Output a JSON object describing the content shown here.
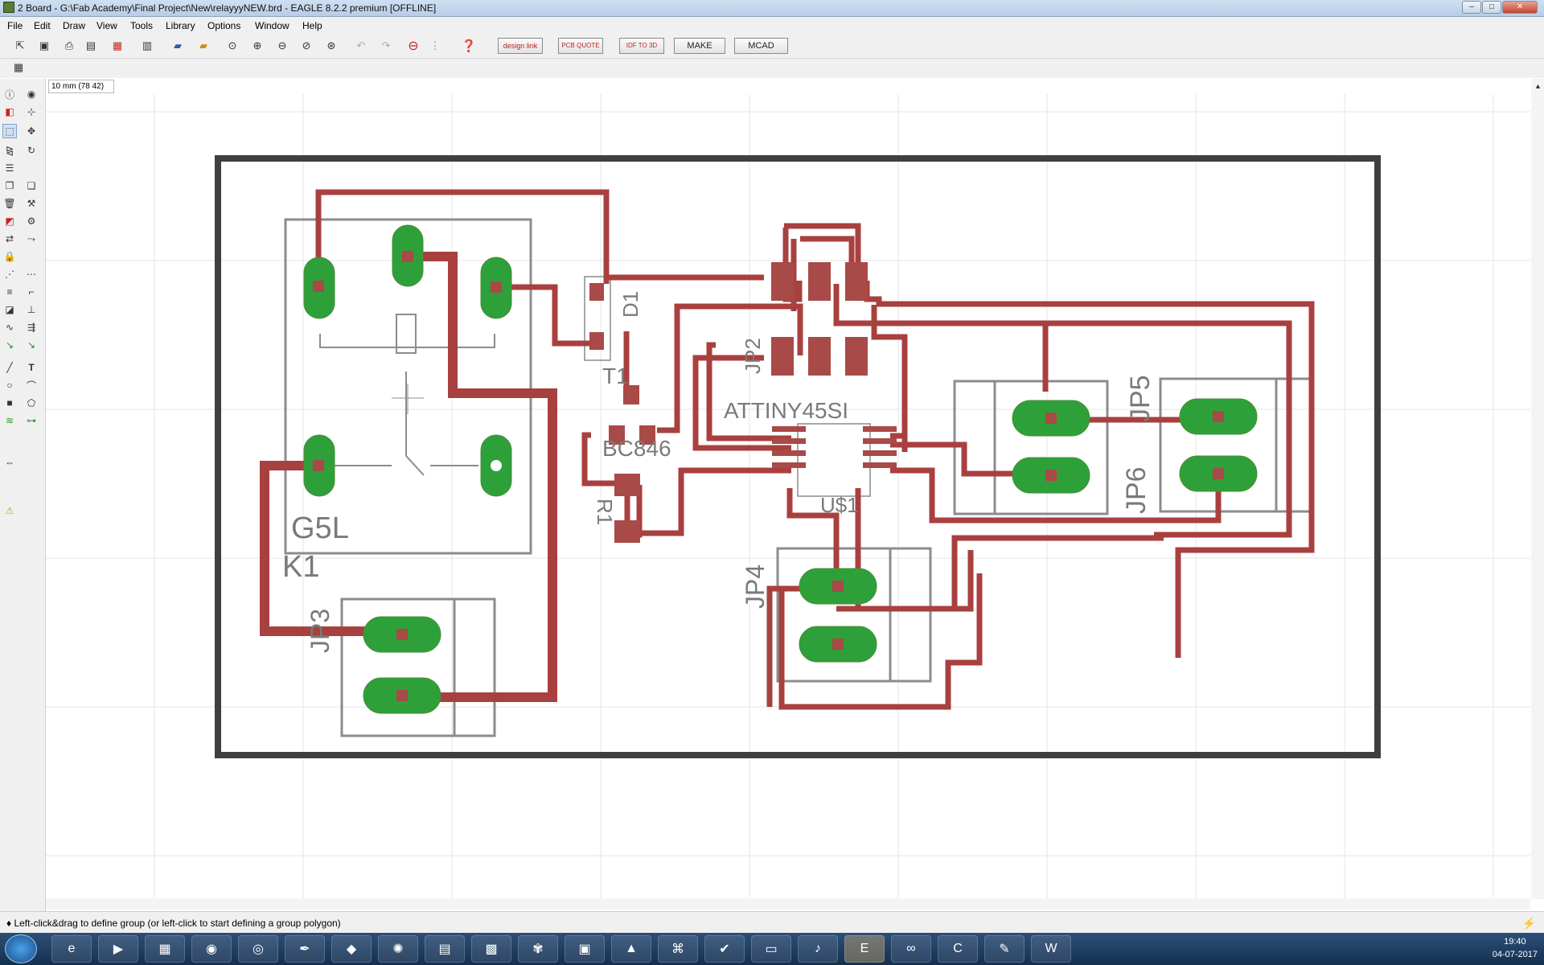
{
  "window": {
    "title": "2 Board - G:\\Fab Academy\\Final Project\\New\\relayyyNEW.brd - EAGLE 8.2.2 premium [OFFLINE]",
    "controls": {
      "minimize": "–",
      "maximize": "□",
      "close": "✕"
    }
  },
  "menu": [
    "File",
    "Edit",
    "Draw",
    "View",
    "Tools",
    "Library",
    "Options",
    "Window",
    "Help"
  ],
  "toolbar": {
    "icons": [
      "open-icon",
      "save-icon",
      "print-icon",
      "cam-icon",
      "schematic-icon",
      "library-icon",
      "script-icon",
      "run-icon",
      "zoom-fit-icon",
      "zoom-in-icon",
      "zoom-out-icon",
      "zoom-prev-icon",
      "zoom-select-icon",
      "undo-icon",
      "redo-icon",
      "stop-icon",
      "go-icon",
      "help-icon"
    ],
    "design_link": "design link",
    "pcb_quote": "PCB QUOTE",
    "idf": "IDF TO 3D",
    "make": "MAKE",
    "mcad": "MCAD"
  },
  "grid_label": "10 mm (78 42)",
  "left_tools": [
    "info-icon",
    "show-icon",
    "layer-icon",
    "mark-icon",
    "group-icon",
    "move-icon",
    "mirror-icon",
    "rotate-icon",
    "align-icon",
    "copy-icon",
    "paste-icon",
    "delete-icon",
    "smash-icon",
    "replace-icon",
    "change-icon",
    "lock-icon",
    "optimize-icon",
    "miter-icon",
    "split-icon",
    "meander-icon",
    "route-icon",
    "ripup-icon",
    "line-icon",
    "text-icon",
    "circle-icon",
    "arc-icon",
    "rect-icon",
    "polygon-icon",
    "via-icon",
    "signal-icon",
    "hole-icon",
    "attribute-icon",
    "dimension-icon",
    "ratsnest-icon",
    "autorouter-icon",
    "erc-icon",
    "drc-icon",
    "errors-icon"
  ],
  "board": {
    "labels": {
      "k1": "K1",
      "g5l": "G5L",
      "d1": "D1",
      "t1": "T1",
      "bc846": "BC846",
      "r1": "R1",
      "jp2": "JP2",
      "attiny": "ATTINY45SI",
      "us1": "U$1",
      "jp3": "JP3",
      "jp4": "JP4",
      "jp5": "JP5",
      "jp6": "JP6"
    },
    "colors": {
      "trace": "#a8403f",
      "pad": "#2ea03a",
      "outline": "#3f3f3f",
      "silk": "#8c8c8c",
      "smd": "#a84a47"
    }
  },
  "status": "♦ Left-click&drag to define group (or left-click to start defining a group polygon)",
  "taskbar": {
    "apps": [
      "start",
      "ie-icon",
      "media-icon",
      "explorer-icon",
      "firefox-icon",
      "chrome-icon",
      "inkscape-icon",
      "sketchup-icon",
      "arduino-ide-icon",
      "remote-icon",
      "autodesk-icon",
      "fusion-icon",
      "notepad-icon",
      "vlc-icon",
      "project-icon",
      "snipping-icon",
      "eagle-icon",
      "audio-icon",
      "arduino-icon",
      "cura-icon",
      "paint-icon",
      "word-icon"
    ],
    "time": "19:40",
    "date": "04-07-2017"
  }
}
